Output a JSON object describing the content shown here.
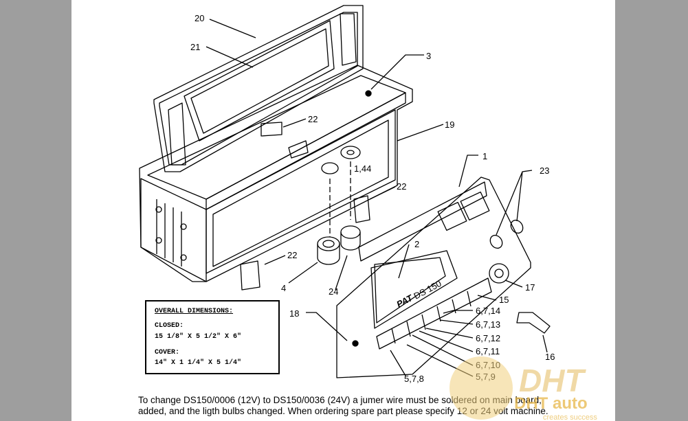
{
  "callouts": {
    "c20": "20",
    "c21": "21",
    "c3": "3",
    "c22a": "22",
    "c19": "19",
    "c144": "1,44",
    "c22b": "22",
    "c1": "1",
    "c23": "23",
    "c2": "2",
    "c22c": "22",
    "c4": "4",
    "c24": "24",
    "c17": "17",
    "c15": "15",
    "c18": "18",
    "c6714": "6,7,14",
    "c6713": "6,7,13",
    "c6712": "6,7,12",
    "c6711": "6,7,11",
    "c6710": "6,7,10",
    "c579": "5,7,9",
    "c578": "5,7,8",
    "c16": "16"
  },
  "panel": {
    "brand": "PAT",
    "model": "DS 150"
  },
  "dimensions": {
    "title": "OVERALL DIMENSIONS:",
    "closed_label": "CLOSED:",
    "closed_value": "15 1/8\" X 5 1/2\" X 6\"",
    "cover_label": "COVER:",
    "cover_value": "14\" X 1 1/4\" X 5 1/4\""
  },
  "caption": {
    "line1": "To change DS150/0006 (12V) to DS150/0036 (24V) a jumer wire must be soldered on main board,",
    "line2": "added, and the ligth bulbs changed. When ordering spare part please specify 12 or 24 volt machine."
  },
  "watermark": {
    "brand": "DHT auto",
    "tagline": "creates success"
  },
  "colors": {
    "background": "#9e9e9e",
    "page": "#ffffff",
    "watermark": "#e8b84a"
  }
}
